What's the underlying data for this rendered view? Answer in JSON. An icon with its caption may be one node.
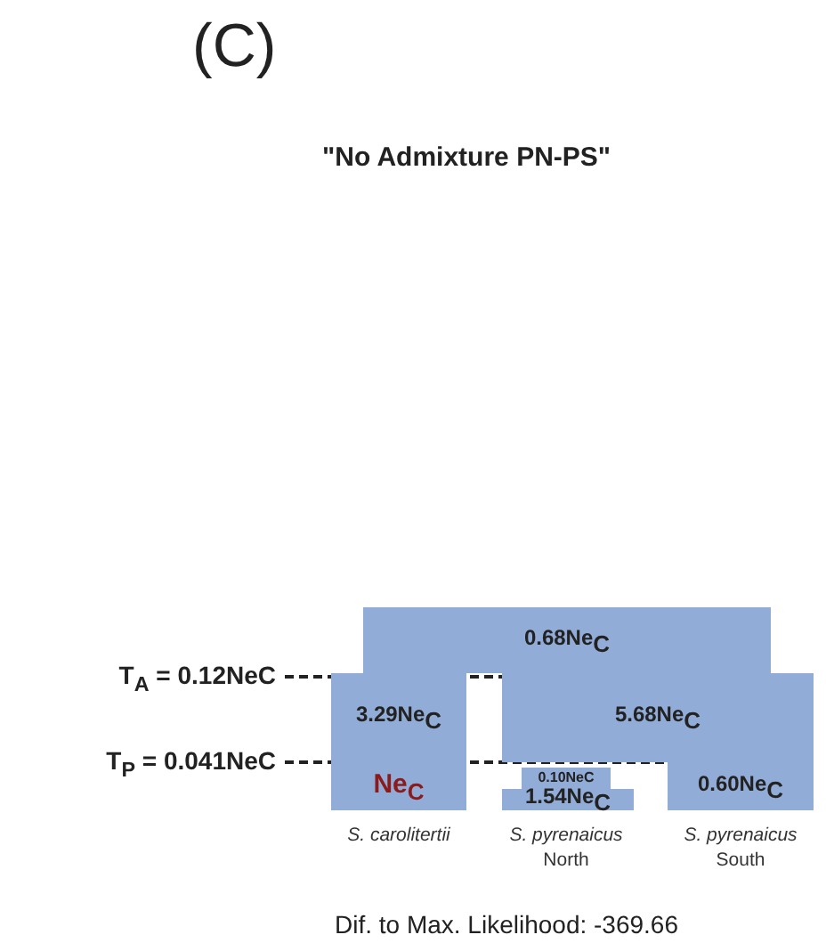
{
  "diagram": {
    "title": "\"No Admixture PN-PS\"",
    "nodes": [
      {
        "text": [
          "0.68Ne$_{C}$"
        ]
      },
      {
        "text": [
          "3.29Ne$_{C}$"
        ]
      },
      {
        "text": [
          "5.68Ne$_{C}$"
        ]
      },
      {
        "text": [
          "Ne$_{C}$"
        ],
        "beside": [
          "*S. carolitertii*"
        ]
      },
      {
        "text": [
          "0.10NeC"
        ]
      },
      {
        "text": [
          "1.54Ne$_{C}$"
        ],
        "beside": [
          "*S. pyrenaicus* North"
        ]
      },
      {
        "text": [
          "0.60Ne$_{C}$"
        ],
        "beside": [
          "*S. pyrenaicus* South"
        ]
      }
    ],
    "labels": [
      "(C)",
      "T$_{A}$ = 0.12NeC",
      "T$_{P}$ = 0.041NeC",
      "Dif. to Max. Likelihood: -369.66"
    ]
  }
}
